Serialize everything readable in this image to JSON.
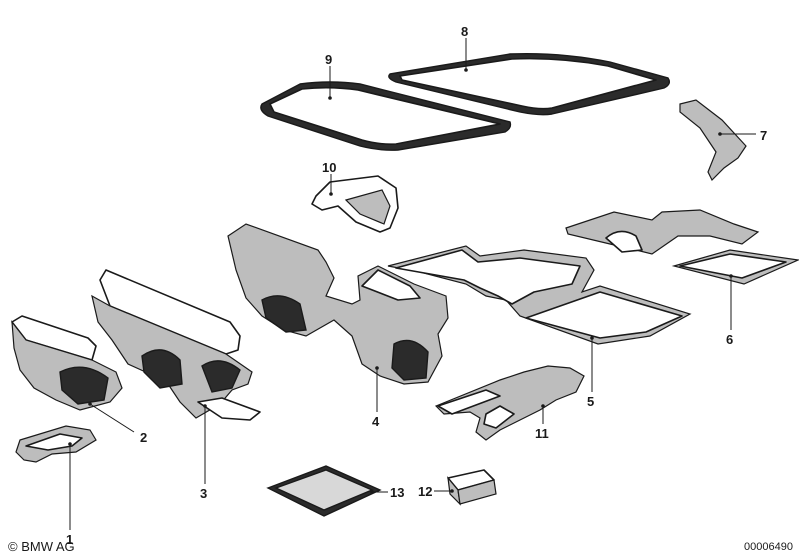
{
  "labels": {
    "p1": "1",
    "p2": "2",
    "p3": "3",
    "p4": "4",
    "p5": "5",
    "p6": "6",
    "p7": "7",
    "p8": "8",
    "p9": "9",
    "p10": "10",
    "p11": "11",
    "p12": "12",
    "p13": "13"
  },
  "footer": {
    "copyright": "© BMW AG",
    "diagram_code": "00006490"
  }
}
